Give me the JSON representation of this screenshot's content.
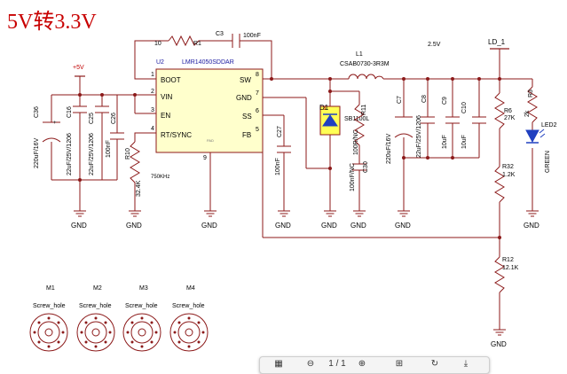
{
  "title": "5V转3.3V",
  "nets": {
    "vin": "+5V",
    "ld1": "LD_1",
    "v25": "2.5V",
    "gnd": "GND"
  },
  "u2": {
    "ref": "U2",
    "part": "LMR14050SDDAR",
    "pins": [
      {
        "num": "1",
        "name": "BOOT"
      },
      {
        "num": "2",
        "name": "VIN"
      },
      {
        "num": "3",
        "name": "EN"
      },
      {
        "num": "4",
        "name": "RT/SYNC"
      },
      {
        "num": "8",
        "name": "SW"
      },
      {
        "num": "7",
        "name": "GND"
      },
      {
        "num": "6",
        "name": "SS"
      },
      {
        "num": "5",
        "name": "FB"
      },
      {
        "num": "9",
        "name": ""
      }
    ],
    "pad_label": "PAD"
  },
  "components": {
    "r1": {
      "ref": "R1",
      "value": "10"
    },
    "c3": {
      "ref": "C3",
      "value": "100nF"
    },
    "l1": {
      "ref": "L1",
      "value": "CSAB0730-3R3M"
    },
    "c36": {
      "ref": "C36",
      "value": "220uF/16V"
    },
    "c16": {
      "ref": "C16",
      "value": "22uF/25V/1206"
    },
    "c25": {
      "ref": "C25",
      "value": "22uF/25V/1206"
    },
    "c26": {
      "ref": "C26",
      "value": "100nF"
    },
    "r10": {
      "ref": "R10",
      "value": "32.4K"
    },
    "freq": "750KHz",
    "c27": {
      "ref": "C27",
      "value": "100nF"
    },
    "d1": {
      "ref": "D1",
      "value": "SB1100L"
    },
    "c30": {
      "ref": "C30",
      "value": "100nF/NC"
    },
    "r11": {
      "ref": "R11",
      "value": "100R/NC"
    },
    "c7": {
      "ref": "C7",
      "value": "220uF/16V"
    },
    "c8": {
      "ref": "C8",
      "value": "22uF/25V/1206"
    },
    "c9": {
      "ref": "C9",
      "value": "10uF"
    },
    "c10": {
      "ref": "C10",
      "value": "10uF"
    },
    "r6": {
      "ref": "R6",
      "value": "27K"
    },
    "r32": {
      "ref": "R32",
      "value": "1.2K"
    },
    "r12": {
      "ref": "R12",
      "value": "12.1K"
    },
    "r3": {
      "ref": "R3",
      "value": "2k"
    },
    "led2": {
      "ref": "LED2",
      "value": "GREEN"
    }
  },
  "screw_holes": [
    {
      "ref": "M1",
      "label": "Screw_hole"
    },
    {
      "ref": "M2",
      "label": "Screw_hole"
    },
    {
      "ref": "M3",
      "label": "Screw_hole"
    },
    {
      "ref": "M4",
      "label": "Screw_hole"
    }
  ],
  "toolbar": {
    "page": "1 / 1"
  }
}
